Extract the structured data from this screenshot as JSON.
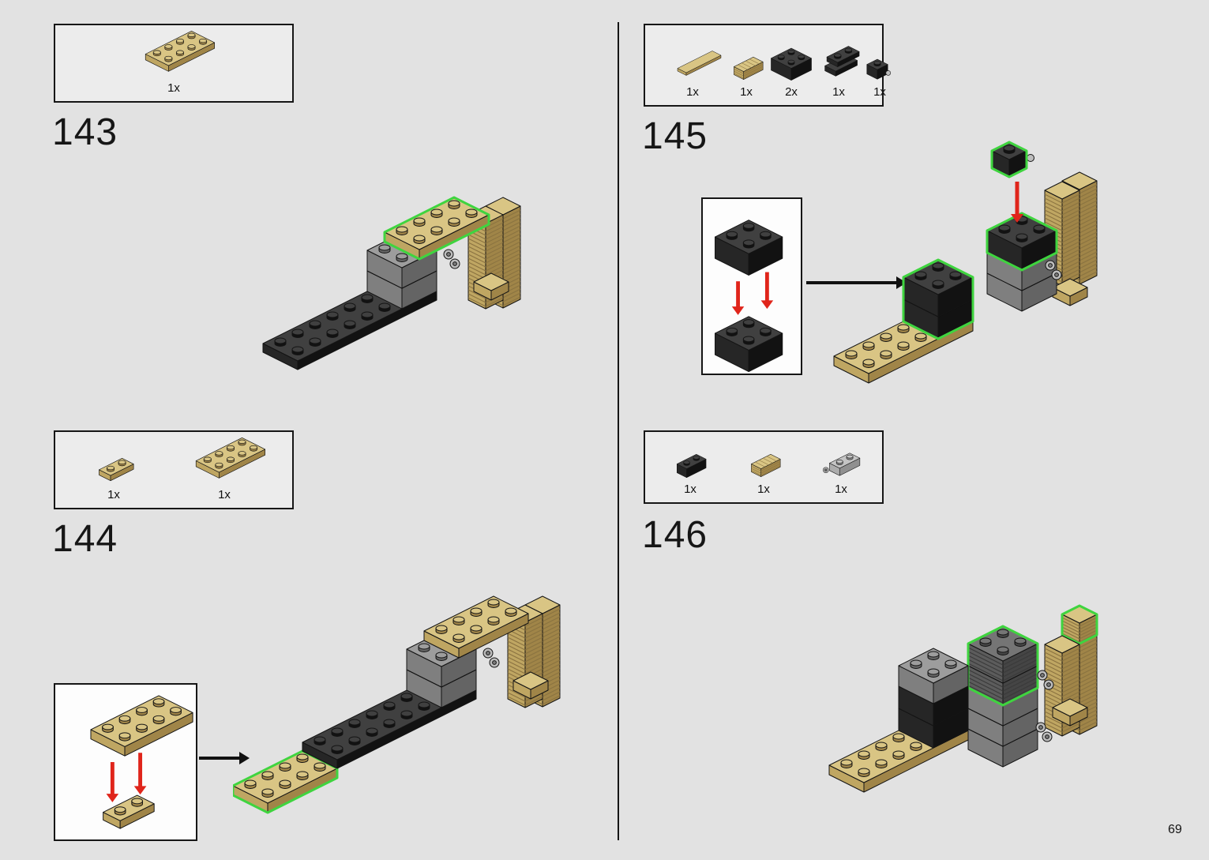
{
  "page": {
    "number": "69"
  },
  "colors": {
    "highlight_green": "#3fd43f",
    "arrow_red": "#e0251b"
  },
  "steps": [
    {
      "number": "143",
      "parts": [
        {
          "name": "tan-plate-2x4",
          "count": "1x"
        }
      ]
    },
    {
      "number": "144",
      "parts": [
        {
          "name": "tan-plate-1x2",
          "count": "1x"
        },
        {
          "name": "tan-plate-2x4",
          "count": "1x"
        }
      ]
    },
    {
      "number": "145",
      "parts": [
        {
          "name": "tan-tile-1x4",
          "count": "1x"
        },
        {
          "name": "tan-grille-1x2",
          "count": "1x"
        },
        {
          "name": "black-brick-2x2",
          "count": "2x"
        },
        {
          "name": "black-bracket-1x2",
          "count": "1x"
        },
        {
          "name": "black-brick-1x1-clip",
          "count": "1x"
        }
      ]
    },
    {
      "number": "146",
      "parts": [
        {
          "name": "black-brick-1x2",
          "count": "1x"
        },
        {
          "name": "tan-grille-1x2",
          "count": "1x"
        },
        {
          "name": "gray-brick-1x2-clip",
          "count": "1x"
        }
      ]
    }
  ]
}
